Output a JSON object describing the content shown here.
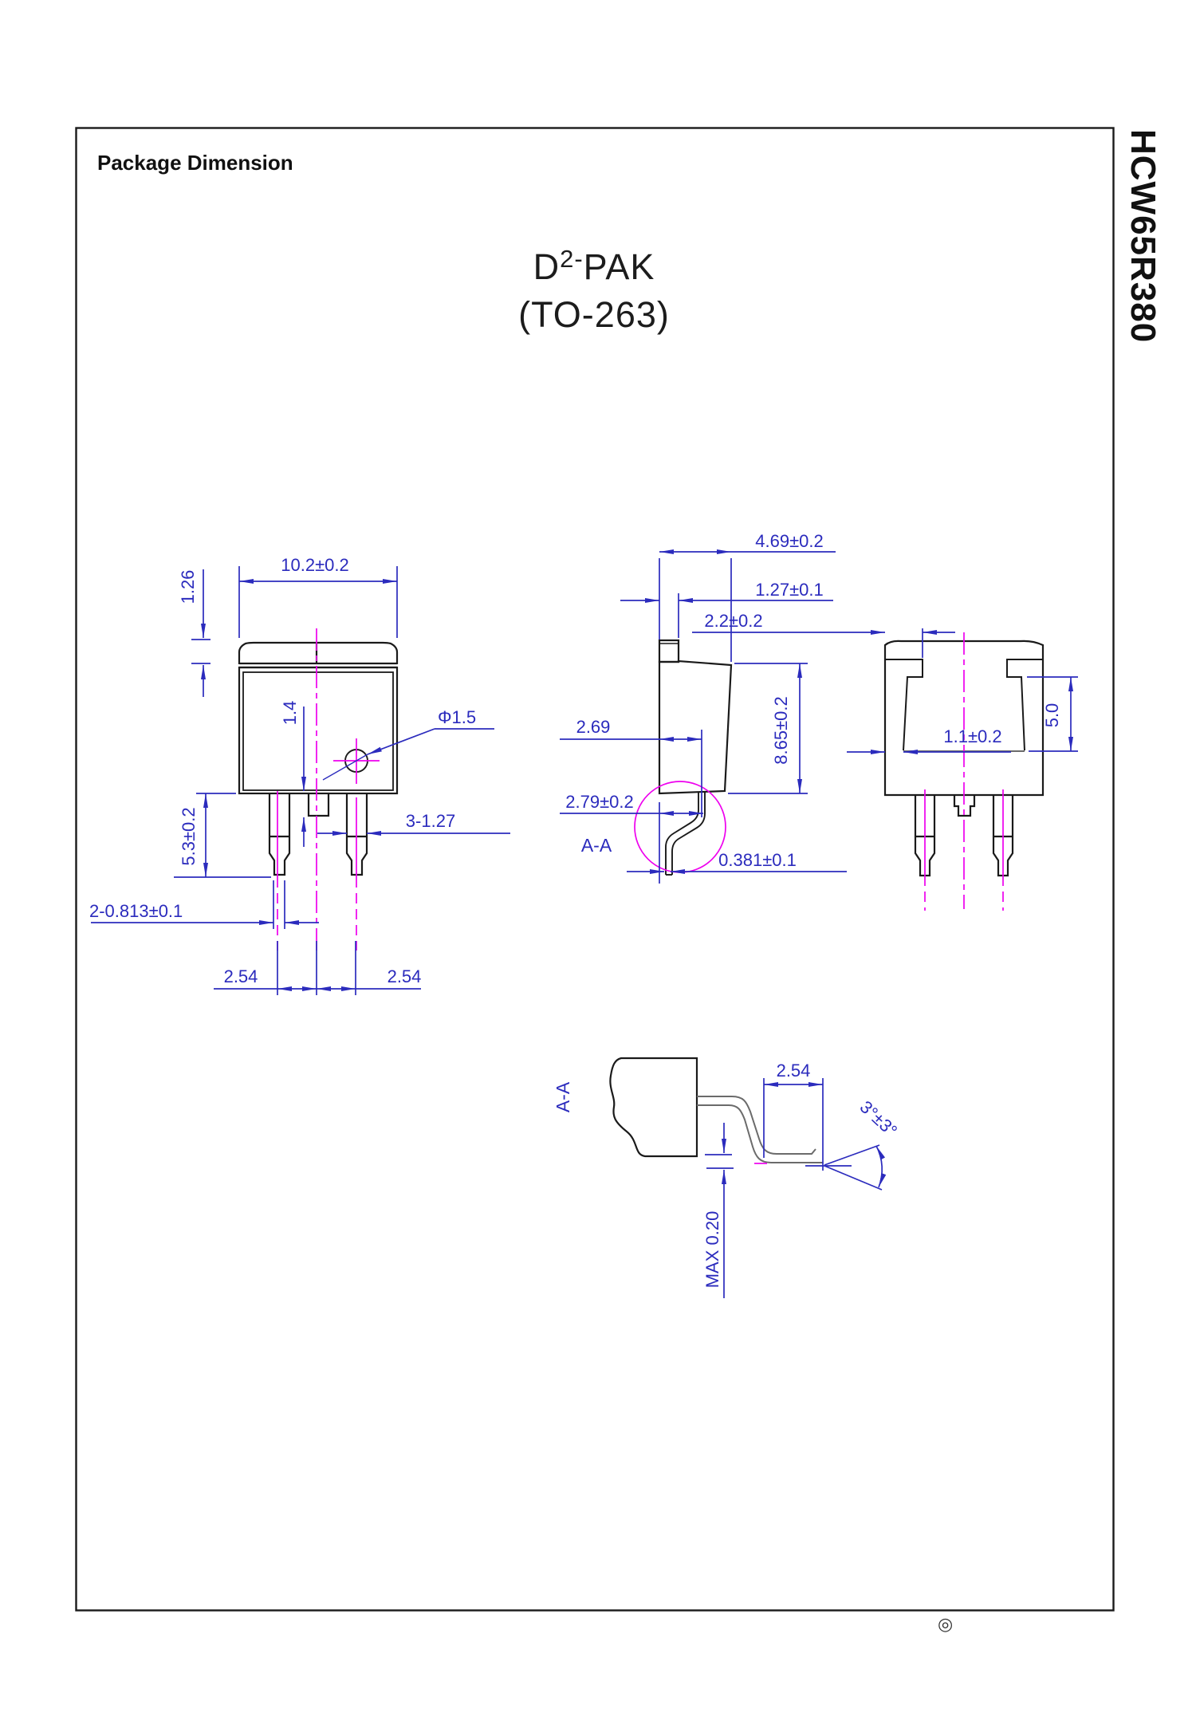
{
  "page": {
    "title": "Package Dimension",
    "side_label": "HCW65R380",
    "reg_mark": "◎"
  },
  "heading": {
    "pkg_d": "D",
    "pkg_sup": "2-",
    "pkg_rest": "PAK",
    "pkg_alt": "(TO-263)"
  },
  "front_view": {
    "body_width": "10.2±0.2",
    "tab_ledge": "1.26",
    "stub_offset": "1.4",
    "hole_dia": "Φ1.5",
    "lead_length": "5.3±0.2",
    "lead_width": "3-1.27",
    "lead_tip_width": "2-0.813±0.1",
    "pitch_left": "2.54",
    "pitch_right": "2.54"
  },
  "side_view": {
    "body_depth": "4.69±0.2",
    "tab_thickness": "1.27±0.1",
    "face_to_lead": "2.69",
    "body_height": "8.65±0.2",
    "face_to_lead_outer": "2.79±0.2",
    "section_label": "A-A",
    "lead_thickness": "0.381±0.1"
  },
  "back_view": {
    "notch_inset": "2.2±0.2",
    "slant_offset": "1.1±0.2",
    "tab_height": "5.0"
  },
  "section_view": {
    "label": "A-A",
    "foot_length": "2.54",
    "foot_angle": "3°±3°",
    "standoff": "MAX 0.20"
  },
  "colors": {
    "dimension_blue": "#2b2bbd",
    "centerline_magenta": "#ee00ee",
    "object_black": "#1a1a1a",
    "object_gray": "#6b6b6b"
  }
}
